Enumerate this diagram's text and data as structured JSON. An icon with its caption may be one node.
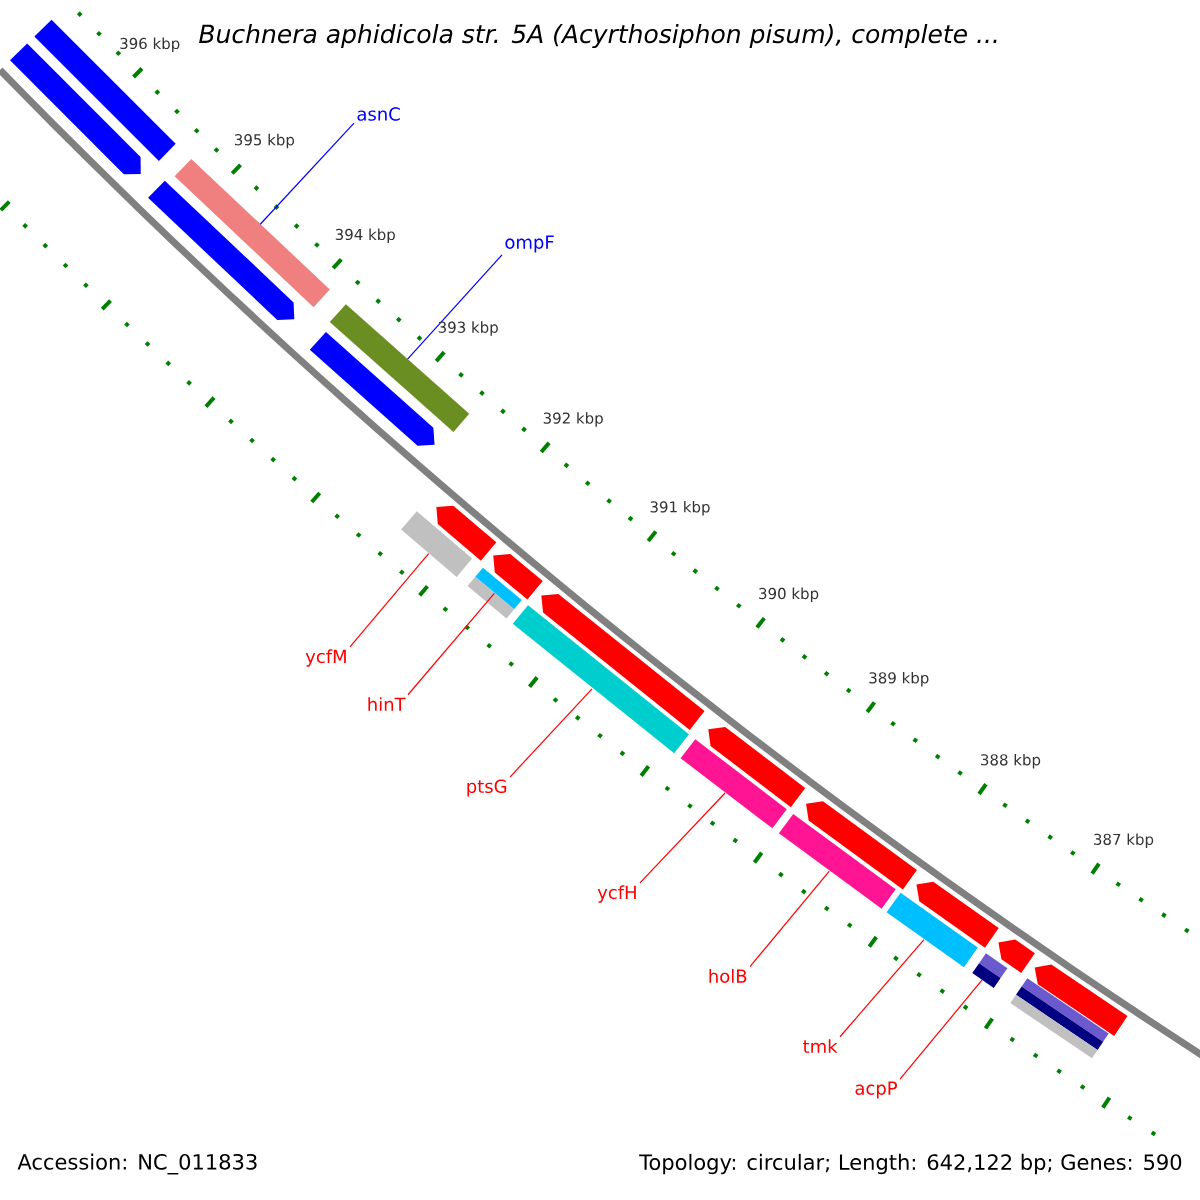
{
  "diagram": {
    "title": "Buchnera aphidicola str. 5A (Acyrthosiphon pisum), complete ...",
    "nodes": [
      {
        "text": [
          "asnC"
        ]
      },
      {
        "text": [],
        "shape": "bar"
      },
      {
        "text": [
          "ompF"
        ]
      },
      {
        "text": [],
        "shape": "bar"
      },
      {
        "text": [
          "ycfM"
        ]
      },
      {
        "text": [],
        "shape": "bar"
      },
      {
        "text": [
          "hinT"
        ]
      },
      {
        "text": [],
        "shape": "bar"
      },
      {
        "text": [
          "ptsG"
        ]
      },
      {
        "text": [],
        "shape": "bar"
      },
      {
        "text": [
          "ycfH"
        ]
      },
      {
        "text": [],
        "shape": "bar"
      },
      {
        "text": [
          "holB"
        ]
      },
      {
        "text": [],
        "shape": "bar"
      },
      {
        "text": [
          "tmk"
        ]
      },
      {
        "text": [],
        "shape": "bar"
      },
      {
        "text": [
          "acpP"
        ]
      },
      {
        "text": [],
        "shape": "bar"
      },
      {
        "text": [],
        "shape": "bar"
      },
      {
        "text": [],
        "shape": "arrow"
      },
      {
        "text": [],
        "shape": "arrow"
      },
      {
        "text": [],
        "shape": "arrow"
      },
      {
        "text": [],
        "shape": "arrow"
      },
      {
        "text": [],
        "shape": "arrow"
      },
      {
        "text": [],
        "shape": "arrow"
      },
      {
        "text": [],
        "shape": "arrow"
      },
      {
        "text": [],
        "shape": "arrow"
      },
      {
        "text": [],
        "shape": "arrow"
      },
      {
        "text": [],
        "shape": "arrow"
      },
      {
        "text": [],
        "shape": "arrow"
      },
      {
        "text": [],
        "shape": "bar"
      },
      {
        "text": [],
        "shape": "bar"
      },
      {
        "text": [],
        "shape": "bar"
      },
      {
        "text": [],
        "shape": "bar"
      }
    ],
    "edges": [
      {
        "from": 0,
        "to": 1,
        "arrow": "none",
        "color": "#0000ff"
      },
      {
        "from": 2,
        "to": 3,
        "arrow": "none",
        "color": "#0000ff"
      },
      {
        "from": 4,
        "to": 5,
        "arrow": "none"
      },
      {
        "from": 6,
        "to": 7,
        "arrow": "none"
      },
      {
        "from": 8,
        "to": 9,
        "arrow": "none"
      },
      {
        "from": 10,
        "to": 11,
        "arrow": "none"
      },
      {
        "from": 12,
        "to": 13,
        "arrow": "none"
      },
      {
        "from": 14,
        "to": 15,
        "arrow": "none"
      },
      {
        "from": 16,
        "to": 17,
        "arrow": "none"
      }
    ],
    "labels": [
      "396 kbp",
      "395 kbp",
      "394 kbp",
      "393 kbp",
      "392 kbp",
      "391 kbp",
      "390 kbp",
      "389 kbp",
      "388 kbp",
      "387 kbp",
      "Accession: NC_011833",
      "Topology: circular; Length: 642,122 bp; Genes: 590"
    ]
  }
}
